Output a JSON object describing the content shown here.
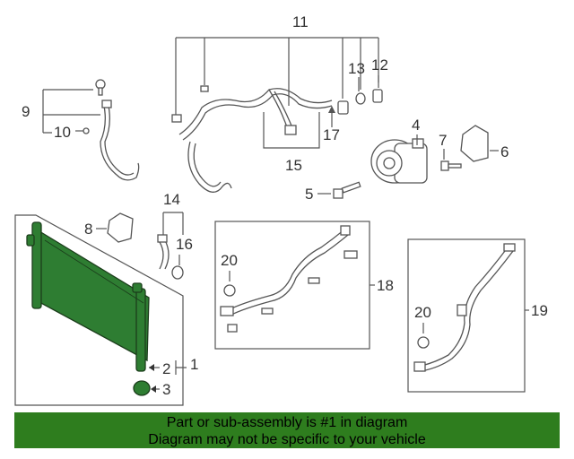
{
  "callouts": {
    "c1": "1",
    "c2": "2",
    "c3": "3",
    "c4": "4",
    "c5": "5",
    "c6": "6",
    "c7": "7",
    "c8": "8",
    "c9": "9",
    "c10": "10",
    "c11": "11",
    "c12": "12",
    "c13": "13",
    "c14": "14",
    "c15": "15",
    "c16": "16",
    "c17": "17",
    "c18": "18",
    "c19": "19",
    "c20a": "20",
    "c20b": "20"
  },
  "banner": {
    "line1": "Part or sub-assembly is #1 in diagram",
    "line2": "Diagram may not be specific to your vehicle"
  },
  "colors": {
    "highlight": "#2e7d32",
    "banner_bg": "#2e7d1e"
  }
}
